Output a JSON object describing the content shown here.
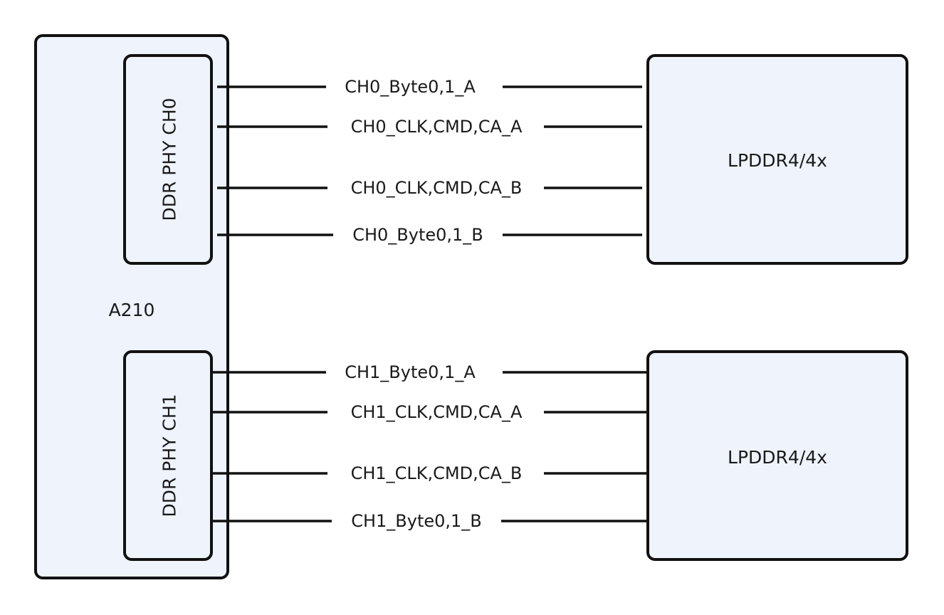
{
  "soc": {
    "label": "A210"
  },
  "phys": [
    {
      "label": "DDR PHY CH0"
    },
    {
      "label": "DDR PHY CH1"
    }
  ],
  "memories": [
    {
      "label": "LPDDR4/4x"
    },
    {
      "label": "LPDDR4/4x"
    }
  ],
  "signals": {
    "ch0": [
      "CH0_Byte0,1_A",
      "CH0_CLK,CMD,CA_A",
      "CH0_CLK,CMD,CA_B",
      "CH0_Byte0,1_B"
    ],
    "ch1": [
      "CH1_Byte0,1_A",
      "CH1_CLK,CMD,CA_A",
      "CH1_CLK,CMD,CA_B",
      "CH1_Byte0,1_B"
    ]
  },
  "colors": {
    "box_fill": "#eef3fc",
    "stroke": "#111111"
  }
}
